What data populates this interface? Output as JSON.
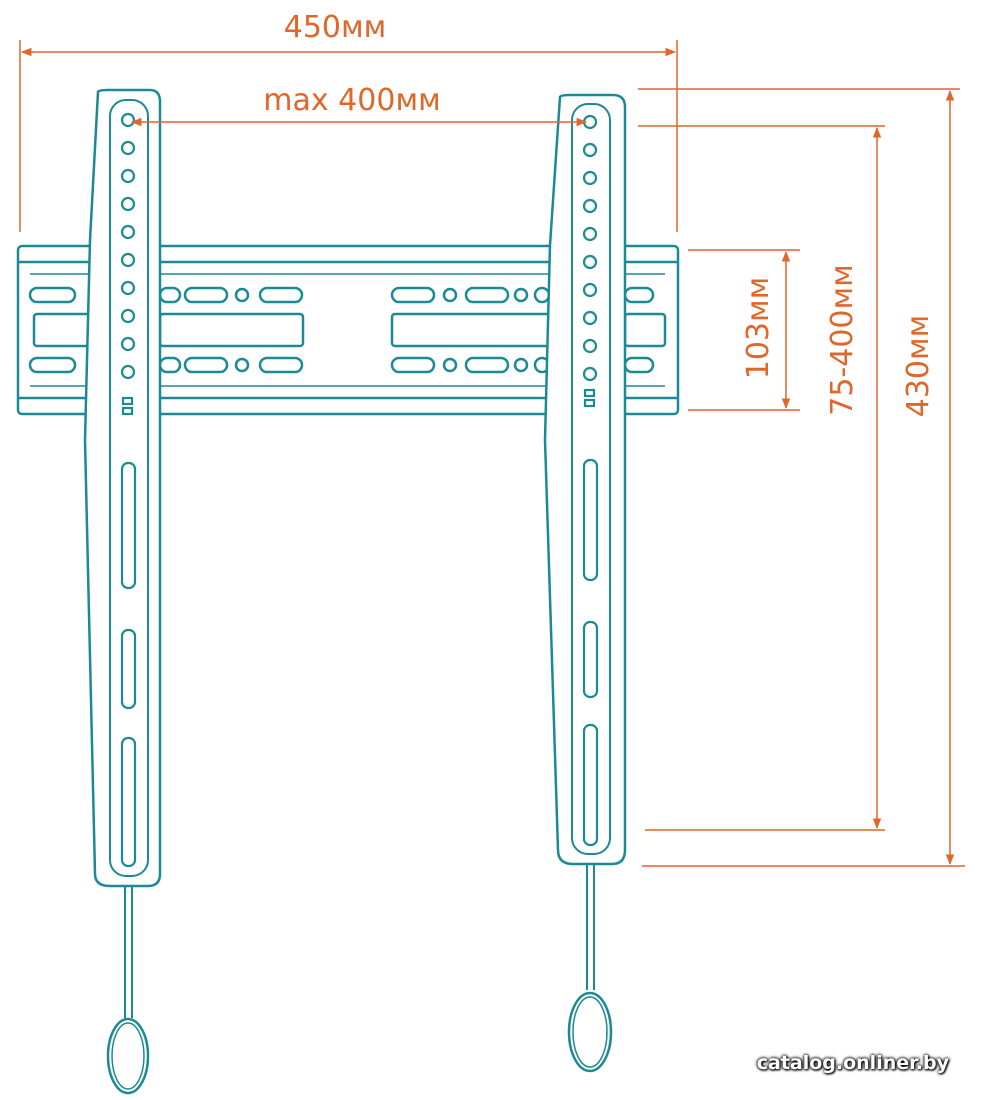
{
  "dimensions": {
    "overall_width": "450мм",
    "max_hole_spacing": "max 400мм",
    "rail_height": "103мм",
    "vertical_vesa_range": "75-400мм",
    "overall_height": "430мм"
  },
  "watermark": "catalog.onliner.by",
  "colors": {
    "outline": "#1b8a92",
    "dimension": "#e0662a",
    "background": "#ffffff"
  }
}
